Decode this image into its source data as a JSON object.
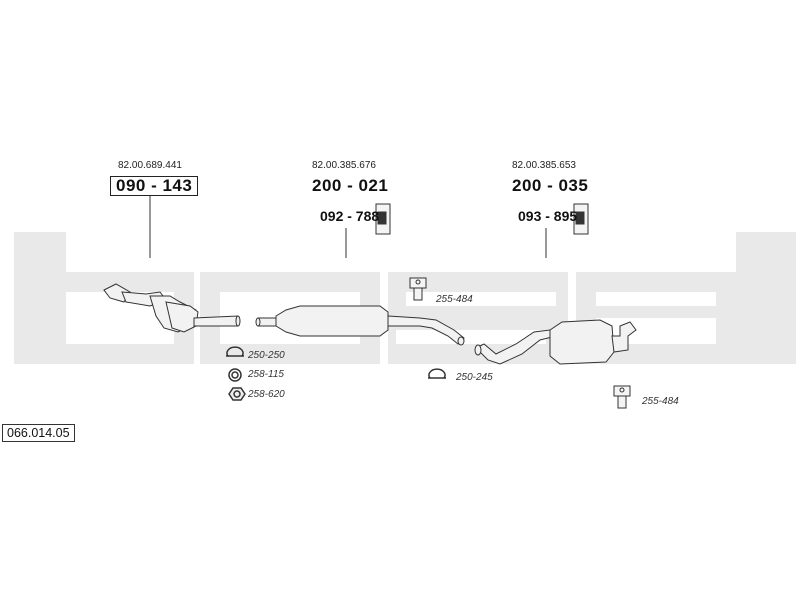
{
  "diagram_ref": "066.014.05",
  "watermark_text": "bosal",
  "colors": {
    "watermark": "#e8e8e8",
    "part_fill": "#f0f0f0",
    "line": "#333333"
  },
  "parts": [
    {
      "oem": "82.00.689.441",
      "part_no": "090 - 143"
    },
    {
      "oem": "82.00.385.676",
      "part_no": "200 - 021",
      "mount_no": "092 - 788"
    },
    {
      "oem": "82.00.385.653",
      "part_no": "200 - 035",
      "mount_no": "093 - 895"
    }
  ],
  "accessories": [
    {
      "label": "255-484",
      "icon": "hanger-icon"
    },
    {
      "label": "250-250",
      "icon": "clamp-icon"
    },
    {
      "label": "258-115",
      "icon": "ring-icon"
    },
    {
      "label": "258-620",
      "icon": "nut-icon"
    },
    {
      "label": "250-245",
      "icon": "clamp-icon"
    },
    {
      "label": "255-484",
      "icon": "hanger-icon"
    }
  ]
}
